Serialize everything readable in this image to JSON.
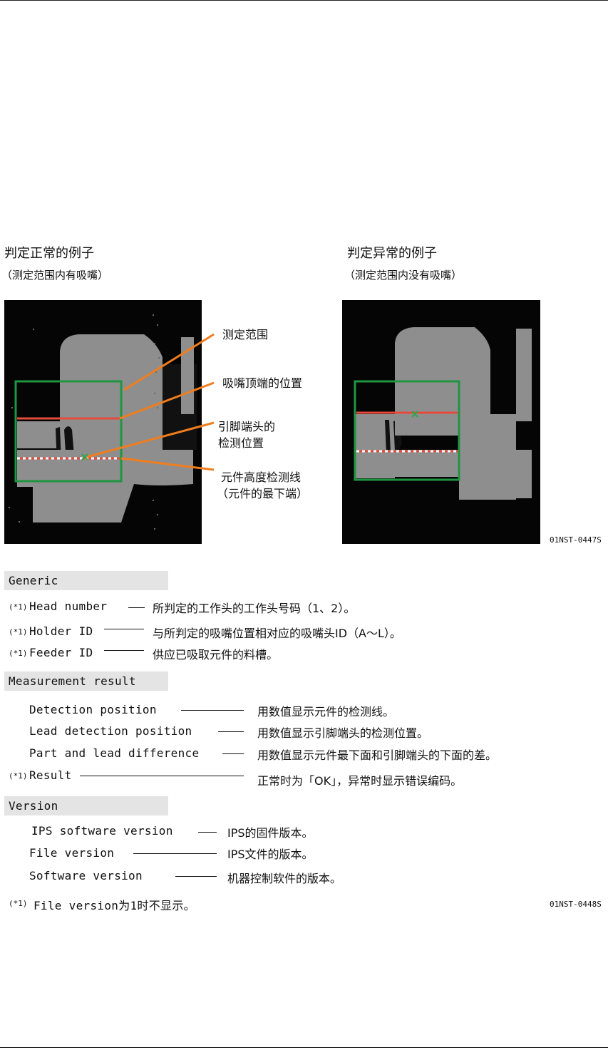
{
  "figure": {
    "normal": {
      "title": "判定正常的例子",
      "subtitle": "（测定范围内有吸嘴）"
    },
    "abnormal": {
      "title": "判定异常的例子",
      "subtitle": "（测定范围内没有吸嘴）"
    },
    "callouts": {
      "range": "测定范围",
      "nozzle_tip": "吸嘴顶端的位置",
      "lead_tip_line1": "引脚端头的",
      "lead_tip_line2": "检测位置",
      "height_line1": "元件高度检测线",
      "height_line2": "（元件的最下端）"
    },
    "colors": {
      "range_box": "#1e9640",
      "nozzle_line": "#e64a3c",
      "height_line": "#e64a3c",
      "callout_line": "#f07d1e",
      "lead_mark": "#2aa84a"
    },
    "id": "01NST-0447S"
  },
  "sections": {
    "generic": {
      "header": "Generic",
      "items": [
        {
          "mark": "(*1)",
          "label": "Head number",
          "desc": "所判定的工作头的工作头号码（1、2）。"
        },
        {
          "mark": "(*1)",
          "label": "Holder ID",
          "desc": "与所判定的吸嘴位置相对应的吸嘴头ID（A～L）。"
        },
        {
          "mark": "(*1)",
          "label": "Feeder ID",
          "desc": "供应已吸取元件的料槽。"
        }
      ]
    },
    "measurement": {
      "header": "Measurement result",
      "items": [
        {
          "mark": "",
          "label": "Detection position",
          "desc": "用数值显示元件的检测线。"
        },
        {
          "mark": "",
          "label": "Lead detection position",
          "desc": "用数值显示引脚端头的检测位置。"
        },
        {
          "mark": "",
          "label": "Part and lead difference",
          "desc": "用数值显示元件最下面和引脚端头的下面的差。"
        },
        {
          "mark": "(*1)",
          "label": "Result",
          "desc": "正常时为「OK」，异常时显示错误编码。"
        }
      ]
    },
    "version": {
      "header": "Version",
      "items": [
        {
          "mark": "",
          "label": "IPS software version",
          "desc": "IPS的固件版本。"
        },
        {
          "mark": "",
          "label": "File version",
          "desc": "IPS文件的版本。"
        },
        {
          "mark": "",
          "label": "Software version",
          "desc": "机器控制软件的版本。"
        }
      ]
    }
  },
  "footnote": {
    "mark": "(*1)",
    "text": "File version为1时不显示。"
  },
  "table_id": "01NST-0448S"
}
